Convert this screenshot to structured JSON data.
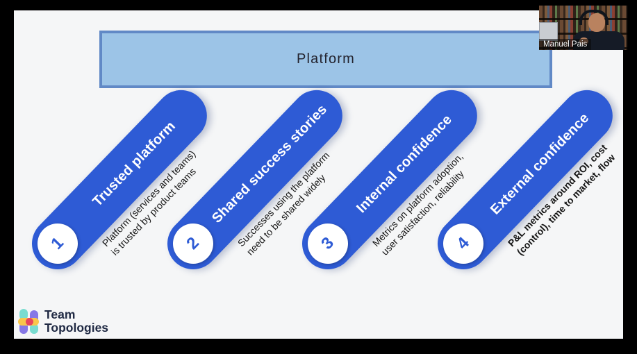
{
  "slide": {
    "platform_box": {
      "label": "Platform"
    },
    "steps": [
      {
        "number": "1",
        "title": "Trusted platform",
        "desc_line1": "Platform (services and teams)",
        "desc_line2": "is trusted by product teams"
      },
      {
        "number": "2",
        "title": "Shared success stories",
        "desc_line1": "Successes using the platform",
        "desc_line2": "need to be shared widely"
      },
      {
        "number": "3",
        "title": "Internal confidence",
        "desc_line1": "Metrics on platform adoption,",
        "desc_line2": "user satisfaction, reliability"
      },
      {
        "number": "4",
        "title": "External confidence",
        "desc_line1": "P&L metrics around ROI, cost",
        "desc_line2": "(control), time to market, flow"
      }
    ],
    "logo": {
      "line1": "Team",
      "line2": "Topologies"
    }
  },
  "webcam": {
    "name": "Manuel Pais"
  },
  "colors": {
    "pill_blue": "#2e5bd5",
    "platform_fill": "#9cc4e7",
    "platform_border": "#6189c6",
    "slide_background": "#f5f6f7",
    "logo_navy": "#202a44",
    "logo_teal": "#79dcd0",
    "logo_purple": "#8678e6",
    "logo_yellow": "#f9c64a",
    "logo_red": "#e8455c"
  }
}
